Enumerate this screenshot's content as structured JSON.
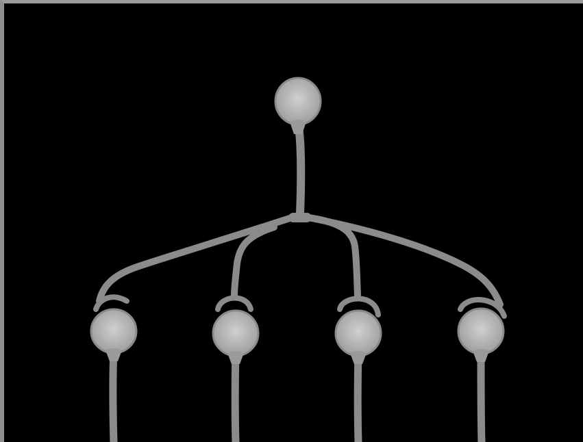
{
  "diagram": {
    "colors": {
      "background": "#000000",
      "frame": "#8f8f8f",
      "neuron_stroke": "#8a8a8a",
      "neuron_fill_center": "#c9c9c9",
      "neuron_fill_edge": "#a9a9a9",
      "fiber": "#8b8b8b"
    },
    "top_neuron": {
      "name": "presynaptic-neuron"
    },
    "bottom_neurons": [
      {
        "name": "postsynaptic-neuron-1"
      },
      {
        "name": "postsynaptic-neuron-2"
      },
      {
        "name": "postsynaptic-neuron-3"
      },
      {
        "name": "postsynaptic-neuron-4"
      }
    ]
  }
}
